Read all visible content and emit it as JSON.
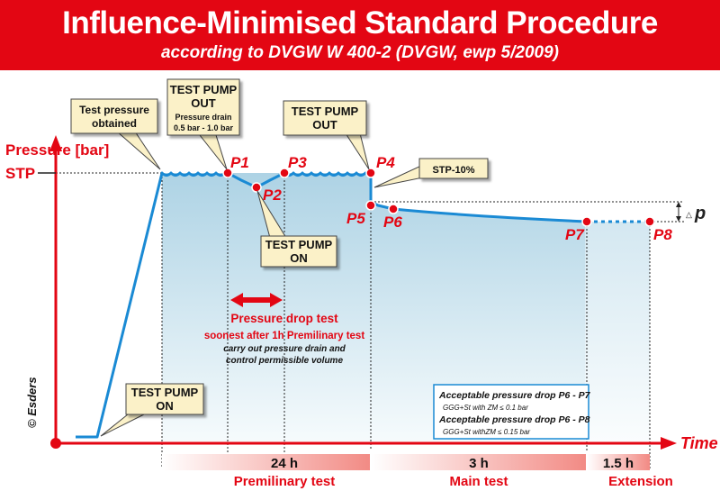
{
  "header": {
    "title": "Influence-Minimised Standard Procedure",
    "subtitle": "according to DVGW W 400-2 (DVGW, ewp 5/2009)"
  },
  "axes": {
    "y_label": "Pressure [bar]",
    "stp_label": "STP",
    "x_label": "Time"
  },
  "points": [
    "P1",
    "P2",
    "P3",
    "P4",
    "P5",
    "P6",
    "P7",
    "P8"
  ],
  "delta_p": "p",
  "callouts": {
    "test_pressure": [
      "Test pressure",
      "obtained"
    ],
    "pump_out_1": [
      "TEST PUMP",
      "OUT"
    ],
    "pump_out_1_detail": [
      "Pressure drain",
      "0.5 bar - 1.0 bar"
    ],
    "pump_out_2": [
      "TEST PUMP",
      "OUT"
    ],
    "stp_minus": "STP-10%",
    "pump_on_mid": [
      "TEST PUMP",
      "ON"
    ],
    "pump_on_low": [
      "TEST PUMP",
      "ON"
    ]
  },
  "pressure_drop": {
    "title": "Pressure drop test",
    "subtitle": "soonest after 1h Premilinary test",
    "note_1": "carry out pressure drain and",
    "note_2": "control permissible volume"
  },
  "info_box": {
    "line1": "Acceptable pressure drop P6 - P7",
    "line2": "GGG+St with ZM ≤ 0.1 bar",
    "line3": "Acceptable pressure drop P6 - P8",
    "line4": "GGG+St withZM ≤ 0.15 bar"
  },
  "durations": {
    "preliminary": "24 h",
    "main": "3 h",
    "extension": "1.5 h"
  },
  "phases": {
    "preliminary": "Premilinary test",
    "main": "Main test",
    "extension": "Extension"
  },
  "copyright": "© Esders",
  "colors": {
    "accent_red": "#e30613",
    "curve_blue": "#1a8ad4",
    "callout_fill": "#fbf1c8",
    "area_light": "#e4f2f8"
  }
}
